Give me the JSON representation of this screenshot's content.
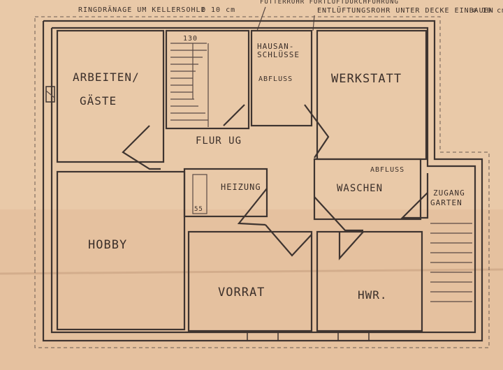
{
  "plan": {
    "paper_color": "#e9c9a8",
    "ink_color": "#3e3430",
    "top_note_left": "RINGDRÄNAGE UM KELLERSOHLE",
    "top_note_left_dim": "⌀ 10 cm",
    "top_note_right_1": "FUTTERROHR FORTLUFTDURCHFÜHRUNG",
    "top_note_right_2": "ENTLÜFTUNGSROHR UNTER DECKE EINBAUEN",
    "top_note_right_dim": "⌀ 10 cm",
    "stair_dim": "130",
    "small_dim": "55",
    "rooms": {
      "arbeiten_1": "ARBEITEN/",
      "arbeiten_2": "GÄSTE",
      "hausan_1": "HAUSAN-",
      "hausan_2": "SCHLÜSSE",
      "abfluss_1": "ABFLUSS",
      "werkstatt": "WERKSTATT",
      "flur": "FLUR UG",
      "heizung": "HEIZUNG",
      "abfluss_2": "ABFLUSS",
      "waschen": "WASCHEN",
      "zugang_1": "ZUGANG",
      "zugang_2": "GARTEN",
      "hobby": "HOBBY",
      "vorrat": "VORRAT",
      "hwr": "HWR."
    }
  }
}
